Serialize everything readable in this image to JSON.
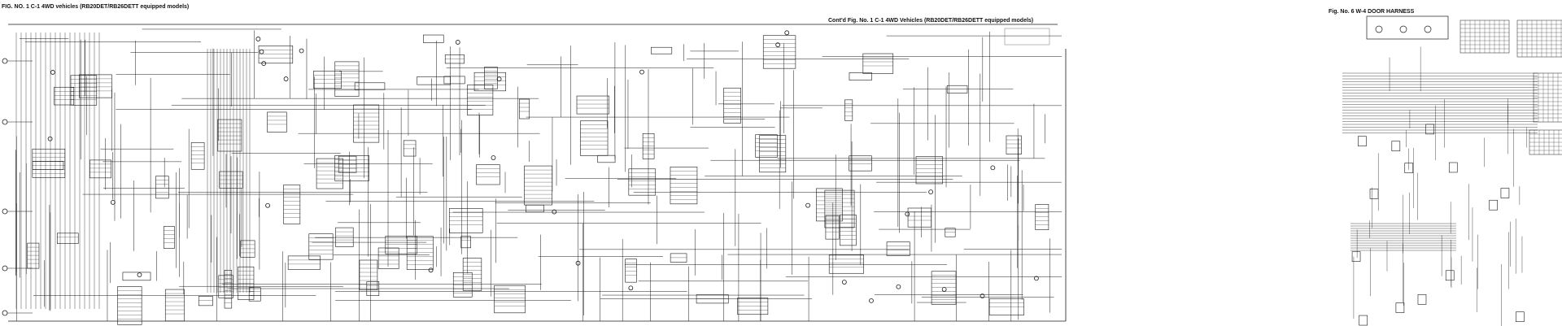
{
  "titles": {
    "main": "FIG. NO. 1 C-1 4WD vehicles (RB20DET/RB26DETT equipped models)",
    "contd": "Cont'd Fig. No. 1 C-1 4WD Vehicles (RB20DET/RB26DETT equipped models)",
    "door": "Fig. No. 6 W-4 DOOR HARNESS"
  },
  "colors": {
    "ink": "#1a1a1a",
    "paper": "#ffffff"
  }
}
